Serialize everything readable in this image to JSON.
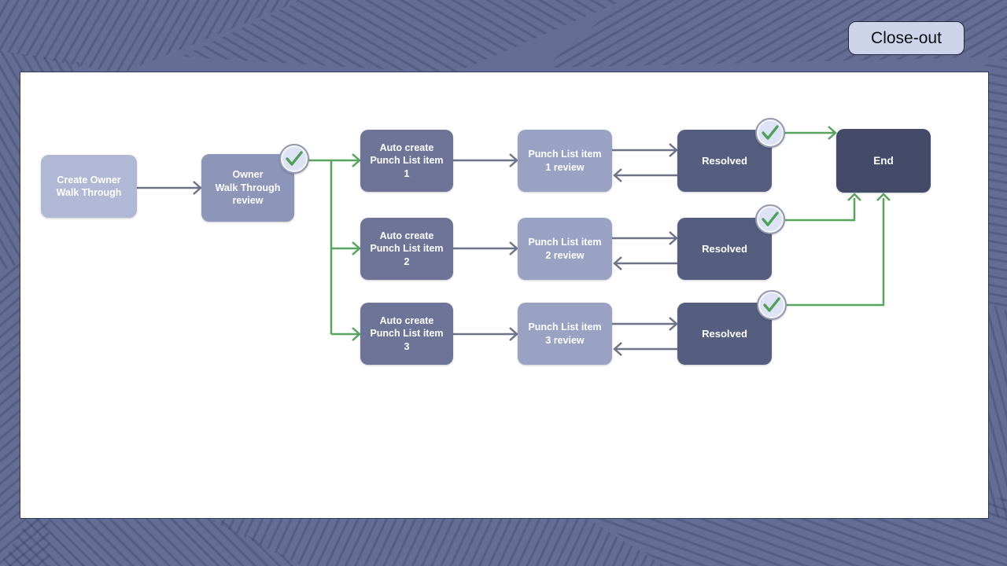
{
  "window": {
    "background_color": "#656d94",
    "canvas_color": "#ffffff"
  },
  "toolbar": {
    "close_out_label": "Close-out"
  },
  "colors": {
    "arrow_gray": "#6f7388",
    "arrow_green": "#58a35e",
    "check_green": "#4da157",
    "badge_fill": "#dde3f4",
    "badge_ring": "#9298ad"
  },
  "diagram": {
    "nodes": {
      "create_owner": {
        "label": "Create Owner\nWalk Through",
        "color": "#b1b8d5"
      },
      "owner_review": {
        "label": "Owner\nWalk Through\nreview",
        "color": "#8d95b8",
        "approved": true
      },
      "auto_1": {
        "label": "Auto create\nPunch List item\n1",
        "color": "#6d7498"
      },
      "auto_2": {
        "label": "Auto create\nPunch List item\n2",
        "color": "#6d7498"
      },
      "auto_3": {
        "label": "Auto create\nPunch List item\n3",
        "color": "#6d7498"
      },
      "review_1": {
        "label": "Punch List item\n1 review",
        "color": "#9aa2c4"
      },
      "review_2": {
        "label": "Punch List item\n2 review",
        "color": "#9aa2c4"
      },
      "review_3": {
        "label": "Punch List item\n3 review",
        "color": "#9aa2c4"
      },
      "resolved_1": {
        "label": "Resolved",
        "color": "#565e80",
        "approved": true
      },
      "resolved_2": {
        "label": "Resolved",
        "color": "#565e80",
        "approved": true
      },
      "resolved_3": {
        "label": "Resolved",
        "color": "#565e80",
        "approved": true
      },
      "end": {
        "label": "End",
        "color": "#444b68"
      }
    },
    "edges": [
      {
        "from": "create_owner",
        "to": "owner_review",
        "style": "gray"
      },
      {
        "from": "owner_review",
        "to": "auto_1",
        "style": "green"
      },
      {
        "from": "owner_review",
        "to": "auto_2",
        "style": "green"
      },
      {
        "from": "owner_review",
        "to": "auto_3",
        "style": "green"
      },
      {
        "from": "auto_1",
        "to": "review_1",
        "style": "gray"
      },
      {
        "from": "auto_2",
        "to": "review_2",
        "style": "gray"
      },
      {
        "from": "auto_3",
        "to": "review_3",
        "style": "gray"
      },
      {
        "from": "review_1",
        "to": "resolved_1",
        "style": "gray"
      },
      {
        "from": "resolved_1",
        "to": "review_1",
        "style": "gray"
      },
      {
        "from": "review_2",
        "to": "resolved_2",
        "style": "gray"
      },
      {
        "from": "resolved_2",
        "to": "review_2",
        "style": "gray"
      },
      {
        "from": "review_3",
        "to": "resolved_3",
        "style": "gray"
      },
      {
        "from": "resolved_3",
        "to": "review_3",
        "style": "gray"
      },
      {
        "from": "resolved_1",
        "to": "end",
        "style": "green"
      },
      {
        "from": "resolved_2",
        "to": "end",
        "style": "green"
      },
      {
        "from": "resolved_3",
        "to": "end",
        "style": "green"
      }
    ]
  }
}
